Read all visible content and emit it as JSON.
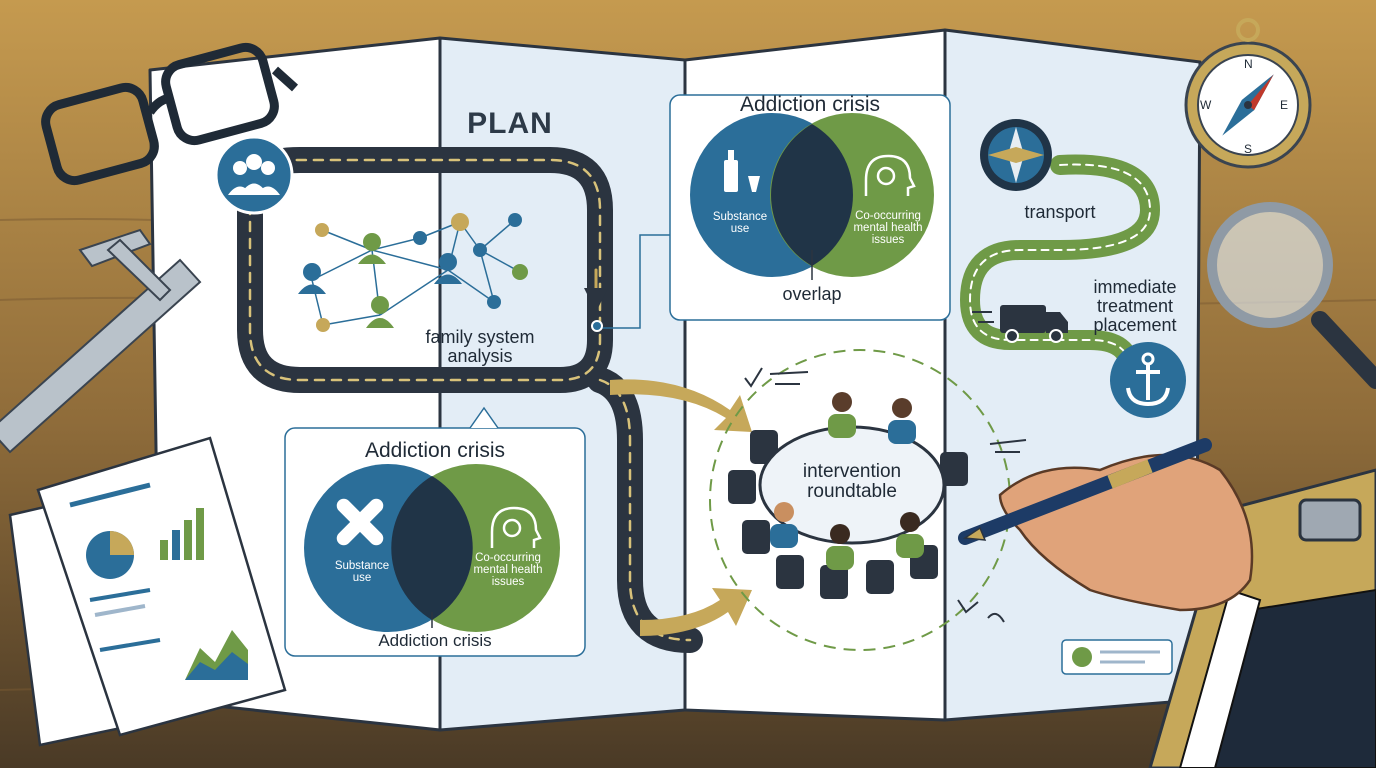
{
  "plan_label": "PLAN",
  "family": {
    "label_line1": "family system",
    "label_line2": "analysis"
  },
  "venn_top": {
    "title": "Addiction crisis",
    "left_line1": "Substance",
    "left_line2": "use",
    "right_line1": "Co-occurring",
    "right_line2": "mental health",
    "right_line3": "issues",
    "bottom": "overlap"
  },
  "venn_bottom": {
    "title": "Addiction crisis",
    "left_line1": "Substance",
    "left_line2": "use",
    "right_line1": "Co-occurring",
    "right_line2": "mental health",
    "right_line3": "issues",
    "bottom": "Addiction crisis"
  },
  "route": {
    "transport": "transport",
    "placement_line1": "immediate",
    "placement_line2": "treatment",
    "placement_line3": "placement"
  },
  "roundtable": {
    "line1": "intervention",
    "line2": "roundtable"
  },
  "colors": {
    "blue": "#2b6e99",
    "green": "#6f9a47",
    "navy": "#203447",
    "road": "#2b3440",
    "gold": "#c6a85a",
    "map": "#eef3f8",
    "desk": "#6a5433"
  }
}
